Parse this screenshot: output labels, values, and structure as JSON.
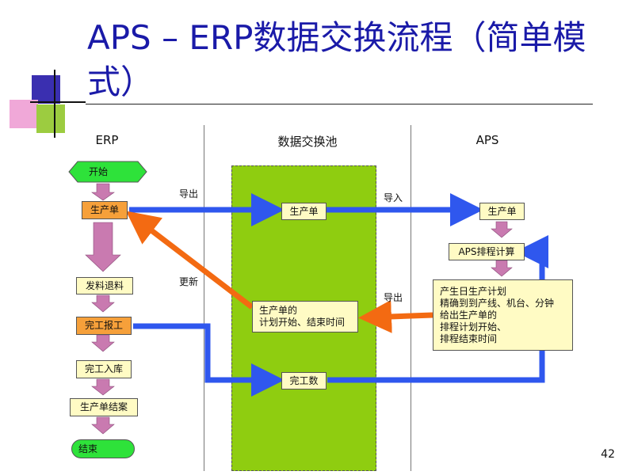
{
  "title": "APS – ERP数据交换流程（简单模式）",
  "columns": {
    "erp": "ERP",
    "pool": "数据交换池",
    "aps": "APS"
  },
  "erp_steps": {
    "start": "开始",
    "order": "生产单",
    "issue": "发料退料",
    "report": "完工报工",
    "stock_in": "完工入库",
    "close": "生产单结案",
    "end": "结束"
  },
  "pool_items": {
    "order": "生产单",
    "plan_times": "生产单的\n计划开始、结束时间",
    "completed_qty": "完工数"
  },
  "aps_steps": {
    "order": "生产单",
    "calc": "APS排程计算",
    "result": "产生日生产计划\n精确到到产线、机台、分钟\n给出生产单的\n排程计划开始、\n排程结束时间"
  },
  "labels": {
    "export_left": "导出",
    "import": "导入",
    "update": "更新",
    "export_right": "导出"
  },
  "page_number": "42",
  "colors": {
    "title": "#1a1aa8",
    "blue_arrow": "#2f57ee",
    "orange_arrow": "#f36a12",
    "pool": "#8fcd10",
    "purple_arrow": "#c97ab0"
  }
}
